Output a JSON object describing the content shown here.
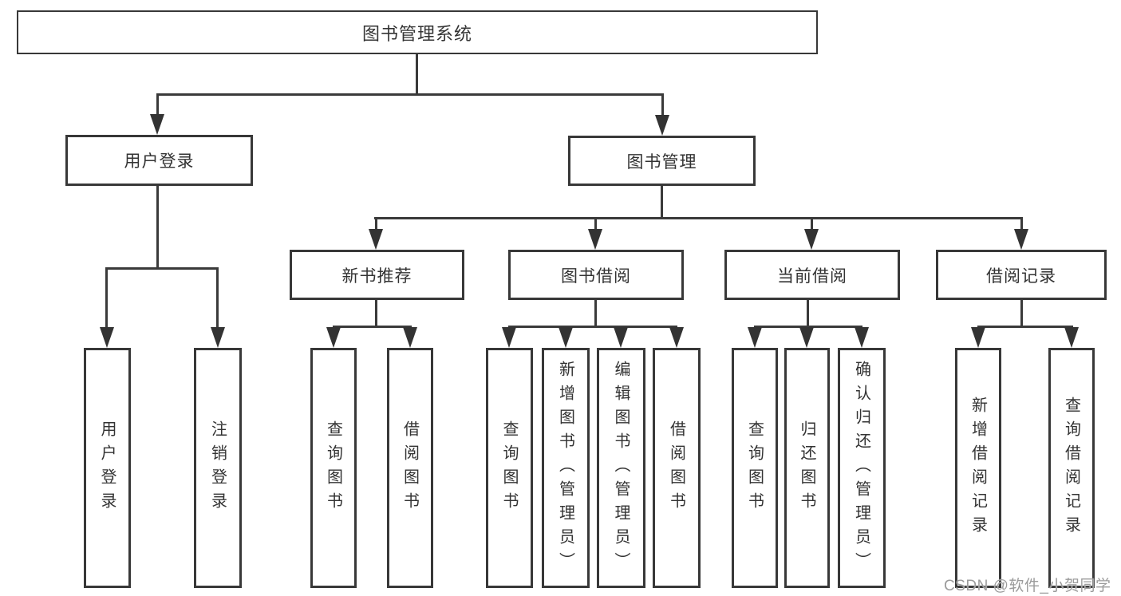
{
  "diagram": {
    "root": {
      "label": "图书管理系统",
      "children": [
        {
          "label": "用户登录",
          "children": [
            {
              "label": "用户登录"
            },
            {
              "label": "注销登录"
            }
          ]
        },
        {
          "label": "图书管理",
          "children": [
            {
              "label": "新书推荐",
              "children": [
                {
                  "label": "查询图书"
                },
                {
                  "label": "借阅图书"
                }
              ]
            },
            {
              "label": "图书借阅",
              "children": [
                {
                  "label": "查询图书"
                },
                {
                  "label": "新增图书（管理员）"
                },
                {
                  "label": "编辑图书（管理员）"
                },
                {
                  "label": "借阅图书"
                }
              ]
            },
            {
              "label": "当前借阅",
              "children": [
                {
                  "label": "查询图书"
                },
                {
                  "label": "归还图书"
                },
                {
                  "label": "确认归还（管理员）"
                }
              ]
            },
            {
              "label": "借阅记录",
              "children": [
                {
                  "label": "新增借阅记录"
                },
                {
                  "label": "查询借阅记录"
                }
              ]
            }
          ]
        }
      ]
    }
  },
  "watermark": "CSDN @软件_小贺同学",
  "colors": {
    "line": "#3a3a3a",
    "border": "#383838",
    "text": "#333333",
    "background": "#ffffff",
    "watermark": "#9b9b9b"
  }
}
